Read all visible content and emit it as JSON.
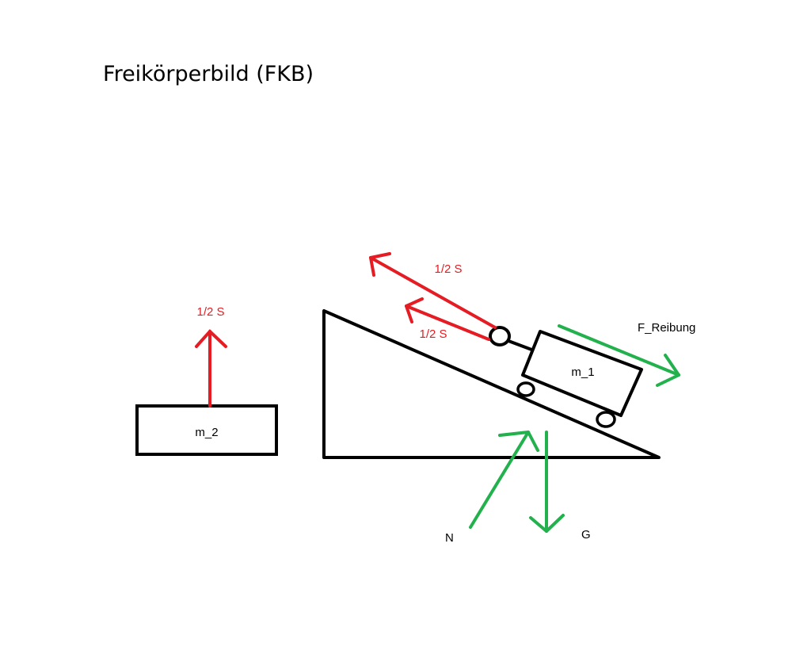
{
  "title": "Freikörperbild (FKB)",
  "colors": {
    "outline": "#000000",
    "rope_force": "#e51c23",
    "external_force": "#22b14c"
  },
  "labels": {
    "m2": "m_2",
    "m1": "m_1",
    "rope_m2": "1/2 S",
    "rope_m1_upper": "1/2 S",
    "rope_m1_lower": "1/2 S",
    "friction": "F_Reibung",
    "normal": "N",
    "weight": "G"
  }
}
